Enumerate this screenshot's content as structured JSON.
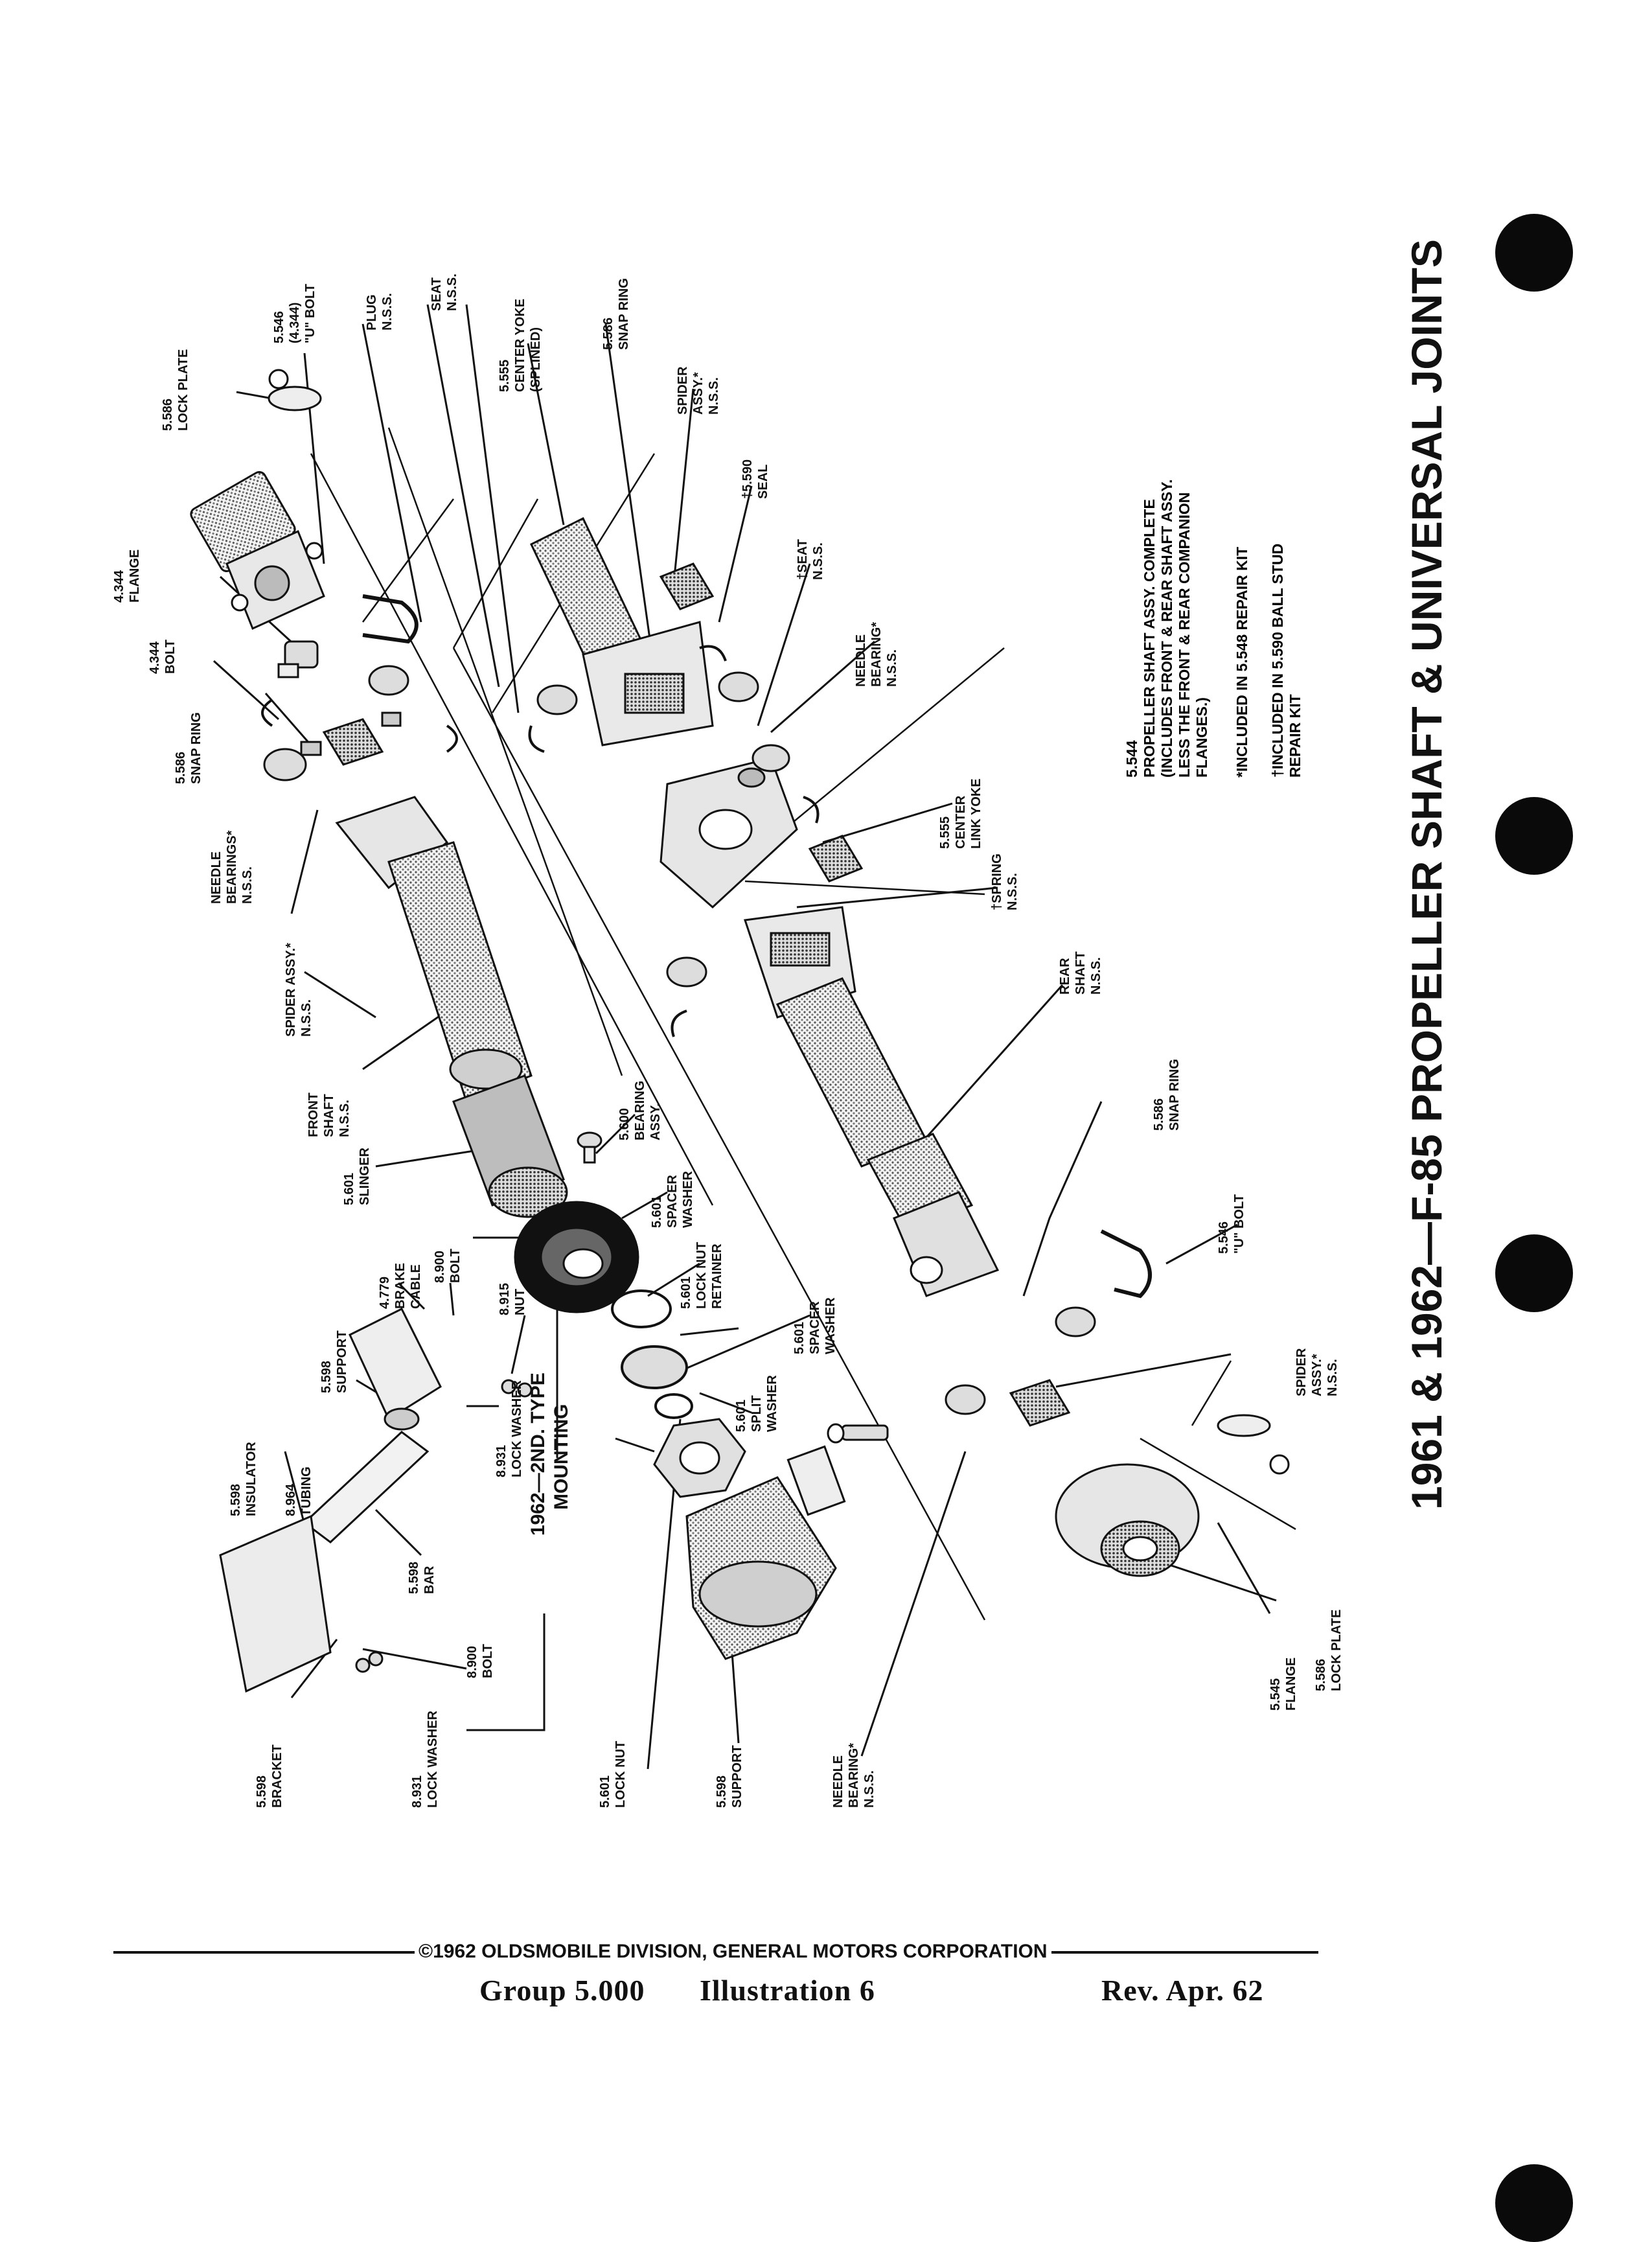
{
  "page": {
    "title": "1961 & 1962—F-85 PROPELLER SHAFT & UNIVERSAL JOINTS"
  },
  "footer": {
    "copyright": "©1962 OLDSMOBILE DIVISION, GENERAL MOTORS CORPORATION",
    "group": "Group 5.000",
    "illustration": "Illustration 6",
    "revision": "Rev. Apr. 62"
  },
  "notes": [
    "5.544",
    "PROPELLER SHAFT ASSY. COMPLETE",
    "(INCLUDES FRONT & REAR SHAFT ASSY.",
    "LESS THE FRONT & REAR COMPANION",
    "FLANGES.)",
    "*INCLUDED IN 5.548 REPAIR KIT",
    "†INCLUDED IN 5.590 BALL STUD",
    "REPAIR KIT"
  ],
  "callouts": [
    {
      "id": "lock-plate-top",
      "lines": [
        "5.586",
        "LOCK PLATE"
      ]
    },
    {
      "id": "u-bolt-top",
      "lines": [
        "5.546",
        "(4.344)",
        "\"U\" BOLT"
      ]
    },
    {
      "id": "plug",
      "lines": [
        "PLUG",
        "N.S.S."
      ]
    },
    {
      "id": "seat",
      "lines": [
        "SEAT",
        "N.S.S."
      ]
    },
    {
      "id": "center-yoke",
      "lines": [
        "5.555",
        "CENTER YOKE",
        "(SPLINED)"
      ]
    },
    {
      "id": "snap-ring-top",
      "lines": [
        "5.586",
        "SNAP RING"
      ]
    },
    {
      "id": "spider-top",
      "lines": [
        "SPIDER",
        "ASSY.*",
        "N.S.S."
      ]
    },
    {
      "id": "seal",
      "lines": [
        "†5.590",
        "SEAL"
      ]
    },
    {
      "id": "tseat",
      "lines": [
        "†SEAT",
        "N.S.S."
      ]
    },
    {
      "id": "needle-bearing-right",
      "lines": [
        "NEEDLE",
        "BEARING*",
        "N.S.S."
      ]
    },
    {
      "id": "center-link-yoke",
      "lines": [
        "5.555",
        "CENTER",
        "LINK YOKE"
      ]
    },
    {
      "id": "spring",
      "lines": [
        "†SPRING",
        "N.S.S."
      ]
    },
    {
      "id": "rear-shaft",
      "lines": [
        "REAR",
        "SHAFT",
        "N.S.S."
      ]
    },
    {
      "id": "snap-ring-right",
      "lines": [
        "5.586",
        "SNAP RING"
      ]
    },
    {
      "id": "u-bolt-right",
      "lines": [
        "5.546",
        "\"U\" BOLT"
      ]
    },
    {
      "id": "spider-right",
      "lines": [
        "SPIDER",
        "ASSY.*",
        "N.S.S."
      ]
    },
    {
      "id": "lock-plate-right",
      "lines": [
        "5.586",
        "LOCK PLATE"
      ]
    },
    {
      "id": "flange-right",
      "lines": [
        "5.545",
        "FLANGE"
      ]
    },
    {
      "id": "flange-top",
      "lines": [
        "4.344",
        "FLANGE"
      ]
    },
    {
      "id": "bolt-top",
      "lines": [
        "4.344",
        "BOLT"
      ]
    },
    {
      "id": "snap-ring-left",
      "lines": [
        "5.586",
        "SNAP RING"
      ]
    },
    {
      "id": "needle-bearings-left",
      "lines": [
        "NEEDLE",
        "BEARINGS*",
        "N.S.S."
      ]
    },
    {
      "id": "spider-left",
      "lines": [
        "SPIDER ASSY.*",
        "N.S.S."
      ]
    },
    {
      "id": "front-shaft",
      "lines": [
        "FRONT",
        "SHAFT",
        "N.S.S."
      ]
    },
    {
      "id": "slinger",
      "lines": [
        "5.601",
        "SLINGER"
      ]
    },
    {
      "id": "bearing-assy",
      "lines": [
        "5.600",
        "BEARING",
        "ASSY."
      ]
    },
    {
      "id": "spacer-washer-1",
      "lines": [
        "5.601",
        "SPACER",
        "WASHER"
      ]
    },
    {
      "id": "lock-nut-retainer",
      "lines": [
        "5.601",
        "LOCK NUT",
        "RETAINER"
      ]
    },
    {
      "id": "spacer-washer-2",
      "lines": [
        "5.601",
        "SPACER",
        "WASHER"
      ]
    },
    {
      "id": "split-washer",
      "lines": [
        "5.601",
        "SPLIT",
        "WASHER"
      ]
    },
    {
      "id": "brake-cable",
      "lines": [
        "4.779",
        "BRAKE",
        "CABLE"
      ]
    },
    {
      "id": "bolt-8900-upper",
      "lines": [
        "8.900",
        "BOLT"
      ]
    },
    {
      "id": "nut-8915",
      "lines": [
        "8.915",
        "NUT"
      ]
    },
    {
      "id": "support-upper",
      "lines": [
        "5.598",
        "SUPPORT"
      ]
    },
    {
      "id": "lock-washer-upper",
      "lines": [
        "8.931",
        "LOCK WASHER"
      ]
    },
    {
      "id": "mounting",
      "lines": [
        "1962—2ND. TYPE",
        "MOUNTING"
      ]
    },
    {
      "id": "insulator",
      "lines": [
        "5.598",
        "INSULATOR"
      ]
    },
    {
      "id": "tubing",
      "lines": [
        "8.964",
        "TUBING"
      ]
    },
    {
      "id": "bar",
      "lines": [
        "5.598",
        "BAR"
      ]
    },
    {
      "id": "bolt-8900-lower",
      "lines": [
        "8.900",
        "BOLT"
      ]
    },
    {
      "id": "bracket",
      "lines": [
        "5.598",
        "BRACKET"
      ]
    },
    {
      "id": "lock-washer-lower",
      "lines": [
        "8.931",
        "LOCK WASHER"
      ]
    },
    {
      "id": "lock-nut",
      "lines": [
        "5.601",
        "LOCK NUT"
      ]
    },
    {
      "id": "support-lower",
      "lines": [
        "5.598",
        "SUPPORT"
      ]
    },
    {
      "id": "needle-bearing-bottom",
      "lines": [
        "NEEDLE",
        "BEARING*",
        "N.S.S."
      ]
    }
  ]
}
